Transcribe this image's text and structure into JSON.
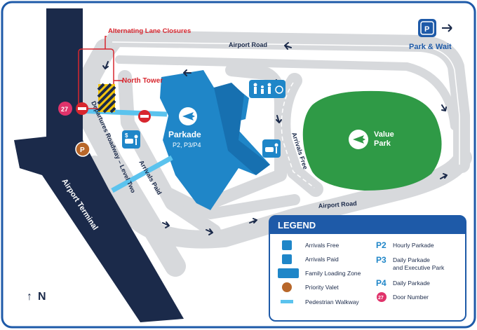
{
  "map": {
    "colors": {
      "terminal": "#1b2a4a",
      "road": "#d7d9dc",
      "parkade": "#1f86c8",
      "value_park": "#2f9a46",
      "walkway": "#5bc3ee",
      "closure": "#d7262e",
      "frame": "#1e5aa8",
      "door": "#e0336b",
      "valet": "#b8672a",
      "hazard": "#f1c40f"
    },
    "labels": {
      "airport_terminal": "Airport Terminal",
      "departures_roadway": "Departures Roadway – Level Two",
      "airport_road_top": "Airport Road",
      "airport_road_bottom": "Airport Road",
      "arrivals_paid": "Arrivals Paid",
      "arrivals_free": "Arrivals Free",
      "parkade_title": "Parkade",
      "parkade_sub": "P2, P3/P4",
      "value_park_line1": "Value",
      "value_park_line2": "Park",
      "north_tower": "North Tower",
      "alternating_lane": "Alternating Lane Closures",
      "door_number": "27",
      "park_wait": "Park & Wait",
      "north": "N",
      "north_arrow": "↑"
    },
    "icons": {
      "north_arrow": "north-arrow-icon",
      "park_wait": "park-and-wait-icon",
      "parkade": "parking-plane-icon",
      "value_park": "parking-plane-icon",
      "valet": "priority-valet-icon",
      "door": "door-number-icon",
      "no_entry": "no-entry-icon",
      "family": "family-loading-zone-icon",
      "arrivals_free": "arrivals-free-icon",
      "arrivals_paid": "arrivals-paid-icon",
      "hazard": "construction-barrier-icon"
    }
  },
  "legend": {
    "title": "LEGEND",
    "items": [
      {
        "icon": "arrivals-free-icon",
        "label": "Arrivals Free"
      },
      {
        "icon": "arrivals-paid-icon",
        "label": "Arrivals Paid"
      },
      {
        "icon": "family-loading-zone-icon",
        "label": "Family Loading Zone"
      },
      {
        "icon": "priority-valet-icon",
        "label": "Priority Valet"
      },
      {
        "icon": "pedestrian-walkway-icon",
        "label": "Pedestrian Walkway"
      }
    ],
    "parking": [
      {
        "code": "P2",
        "label": "Hourly Parkade"
      },
      {
        "code": "P3",
        "label": "Daily Parkade",
        "label2": "and Executive Park"
      },
      {
        "code": "P4",
        "label": "Daily Parkade"
      },
      {
        "code": "27",
        "label": "Door Number"
      }
    ]
  }
}
